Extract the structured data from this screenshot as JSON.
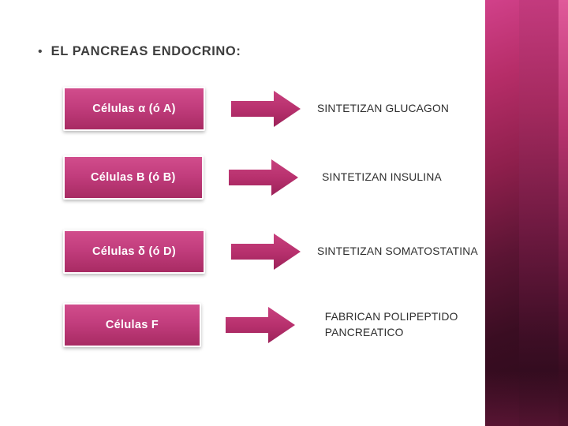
{
  "slide": {
    "title": {
      "bullet": "•",
      "text": "EL PANCREAS ENDOCRINO:"
    },
    "rows": [
      {
        "cell_label": "Células α (ó A)",
        "arrow": "right-arrow-icon",
        "result": "SINTETIZAN GLUCAGON"
      },
      {
        "cell_label": "Células B (ó B)",
        "arrow": "right-arrow-icon",
        "result": "SINTETIZAN INSULINA"
      },
      {
        "cell_label": "Células δ (ó D)",
        "arrow": "right-arrow-icon",
        "result": "SINTETIZAN SOMATOSTATINA"
      },
      {
        "cell_label": "Células F",
        "arrow": "right-arrow-icon",
        "result": "FABRICAN POLIPEPTIDO PANCREATICO"
      }
    ]
  },
  "colors": {
    "box_fill": "#c23d7d",
    "box_border": "#ffffff",
    "arrow_fill": "#b8316e",
    "title_text": "#3d3d3d",
    "body_text": "#2e2e2e",
    "band_accent": "#b62d68"
  }
}
